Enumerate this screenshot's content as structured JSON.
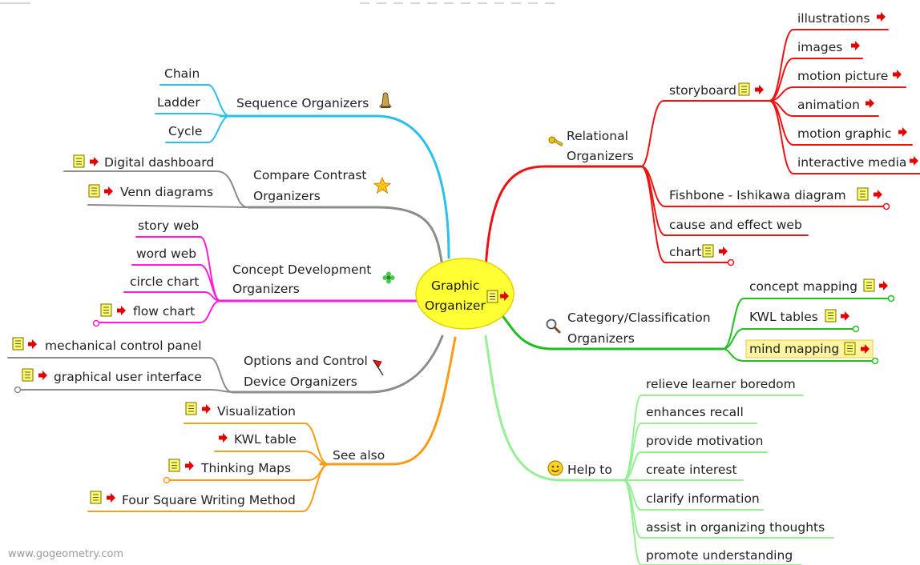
{
  "center": {
    "line1": "Graphic",
    "line2": "Organizer"
  },
  "branches": {
    "sequence": {
      "label": "Sequence Organizers",
      "icon": "bell-icon",
      "color": "#29c1ec",
      "items": [
        "Chain",
        "Ladder",
        "Cycle"
      ]
    },
    "compare": {
      "label_line1": "Compare Contrast",
      "label_line2": "Organizers",
      "icon": "star-icon",
      "color": "#8c8c8c",
      "items": [
        "Digital dashboard",
        "Venn diagrams"
      ]
    },
    "concept": {
      "label_line1": "Concept Development",
      "label_line2": "Organizers",
      "icon": "flower-icon",
      "color": "#ff1bd8",
      "items": [
        "story web",
        "word web",
        "circle chart",
        "flow chart"
      ]
    },
    "options": {
      "label_line1": "Options and Control",
      "label_line2": "Device Organizers",
      "icon": "flag-icon",
      "color": "#8c8c8c",
      "items": [
        "mechanical control panel",
        "graphical user interface"
      ]
    },
    "seealso": {
      "label": "See also",
      "color": "#ff9a14",
      "items": [
        "Visualization",
        "KWL table",
        "Thinking Maps",
        "Four Square Writing Method"
      ]
    },
    "relational": {
      "label_line1": "Relational",
      "label_line2": "Organizers",
      "icon": "key-icon",
      "color": "#ee1111",
      "storyboard": {
        "label": "storyboard",
        "items": [
          "illustrations",
          "images",
          "motion picture",
          "animation",
          "motion graphic",
          "interactive media"
        ]
      },
      "items": [
        "Fishbone - Ishikawa diagram",
        "cause and effect web",
        "chart"
      ]
    },
    "category": {
      "label_line1": "Category/Classification",
      "label_line2": "Organizers",
      "icon": "magnifier-icon",
      "color": "#1fbf1f",
      "items": [
        "concept mapping",
        "KWL tables",
        "mind mapping"
      ]
    },
    "helpto": {
      "label": "Help to",
      "icon": "smiley-icon",
      "color": "#95ef95",
      "items": [
        "relieve learner boredom",
        "enhances recall",
        "provide motivation",
        "create interest",
        "clarify information",
        "assist in organizing thoughts",
        "promote understanding"
      ]
    }
  },
  "footer": {
    "watermark": "www.gogeometry.com"
  }
}
